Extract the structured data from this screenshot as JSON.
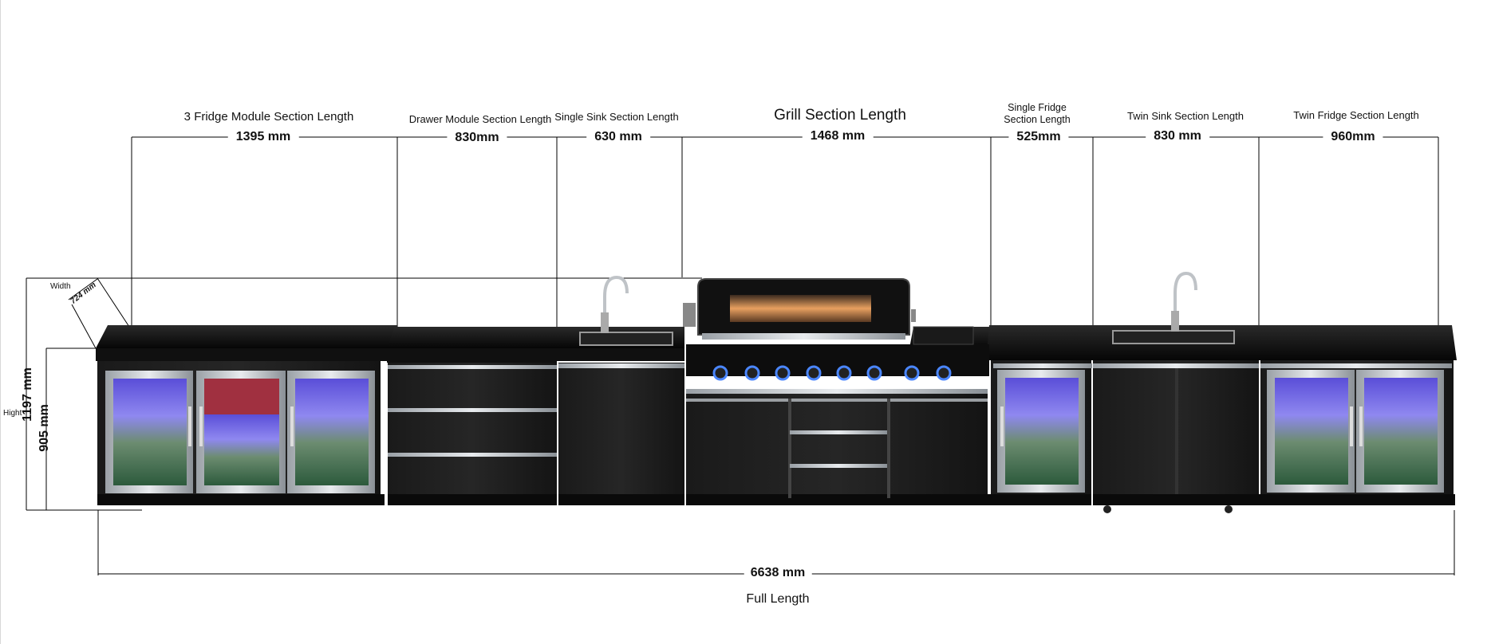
{
  "sections": [
    {
      "id": "fridge3",
      "title": "3 Fridge Module Section Length",
      "dimension": "1395 mm"
    },
    {
      "id": "drawer",
      "title": "Drawer Module Section Length",
      "dimension": "830mm"
    },
    {
      "id": "sink1",
      "title": "Single Sink Section Length",
      "dimension": "630 mm"
    },
    {
      "id": "grill",
      "title": "Grill Section Length",
      "dimension": "1468 mm"
    },
    {
      "id": "fridge1",
      "title_line1": "Single Fridge",
      "title_line2": "Section Length",
      "dimension": "525mm"
    },
    {
      "id": "sink2",
      "title": "Twin Sink Section Length",
      "dimension": "830 mm"
    },
    {
      "id": "fridge2",
      "title": "Twin Fridge Section Length",
      "dimension": "960mm"
    }
  ],
  "full": {
    "dimension": "6638 mm",
    "title": "Full Length"
  },
  "height": {
    "total": "1197 mm",
    "counter": "905 mm",
    "label": "Hight"
  },
  "width": {
    "label": "Width",
    "dimension": "724 mm"
  },
  "colors": {
    "cabinet": "#151515",
    "countertop": "#0c0c0c",
    "steel": "#c9ccd0",
    "glass_glow": "#6a5cf0",
    "knob_led": "#3a7bff",
    "grill_light": "#e8a060"
  }
}
